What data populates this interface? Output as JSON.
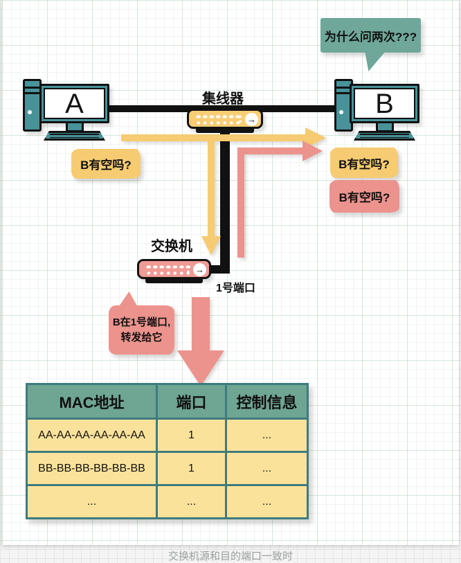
{
  "colors": {
    "yellow": "#F6CB72",
    "yellow_table_row": "#FBE29B",
    "pink": "#EC938D",
    "pink_switch": "#F09B95",
    "teal_device": "#48939A",
    "teal_bubble": "#6FA79A",
    "table_header_green": "#6FA593",
    "table_border_teal": "#3E7B7E",
    "cable_black": "#111111"
  },
  "top_bubble": {
    "text": "为什么问两次???"
  },
  "computer_a": {
    "label": "A"
  },
  "computer_b": {
    "label": "B"
  },
  "hub": {
    "label": "集线器",
    "go_icon": "→"
  },
  "switch": {
    "label": "交换机",
    "port_label": "1号端口",
    "go_icon": "→"
  },
  "messages": {
    "left_yellow": "B有空吗?",
    "right_yellow": "B有空吗?",
    "right_pink": "B有空吗?"
  },
  "switch_bubble": {
    "line1": "B在1号端口,",
    "line2": "转发给它"
  },
  "table": {
    "headers": [
      "MAC地址",
      "端口",
      "控制信息"
    ],
    "rows": [
      [
        "AA-AA-AA-AA-AA-AA",
        "1",
        "..."
      ],
      [
        "BB-BB-BB-BB-BB-BB",
        "1",
        "..."
      ],
      [
        "...",
        "...",
        "..."
      ]
    ]
  },
  "caption": "交换机源和目的端口一致时"
}
